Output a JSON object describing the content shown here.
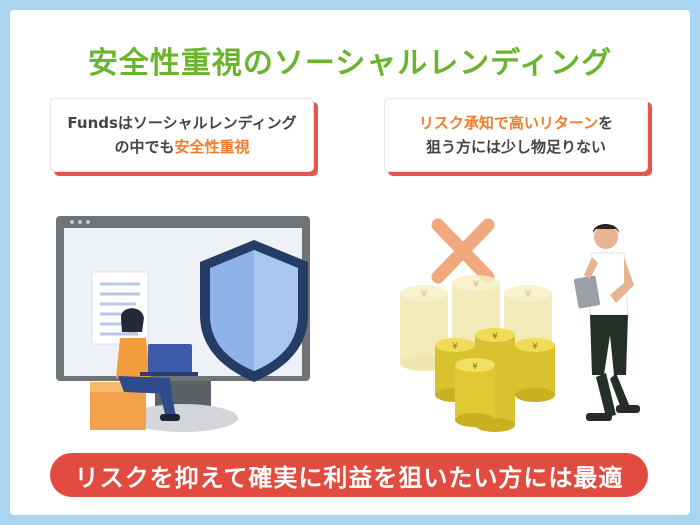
{
  "title": "安全性重視のソーシャルレンディング",
  "card_left": {
    "line1": "Fundsはソーシャルレンディング",
    "line2_pre": "の中でも",
    "line2_hl": "安全性重視"
  },
  "card_right": {
    "line1_hl": "リスク承知で高いリターン",
    "line1_post": "を",
    "line2": "狙う方には少し物足りない"
  },
  "banner": "リスクを抑えて確実に利益を狙いたい方には最適",
  "coin_symbol": "¥",
  "colors": {
    "title": "#6ab42e",
    "highlight": "#ef7d2c",
    "banner": "#e24b3f",
    "background": "#a9d4f2"
  }
}
